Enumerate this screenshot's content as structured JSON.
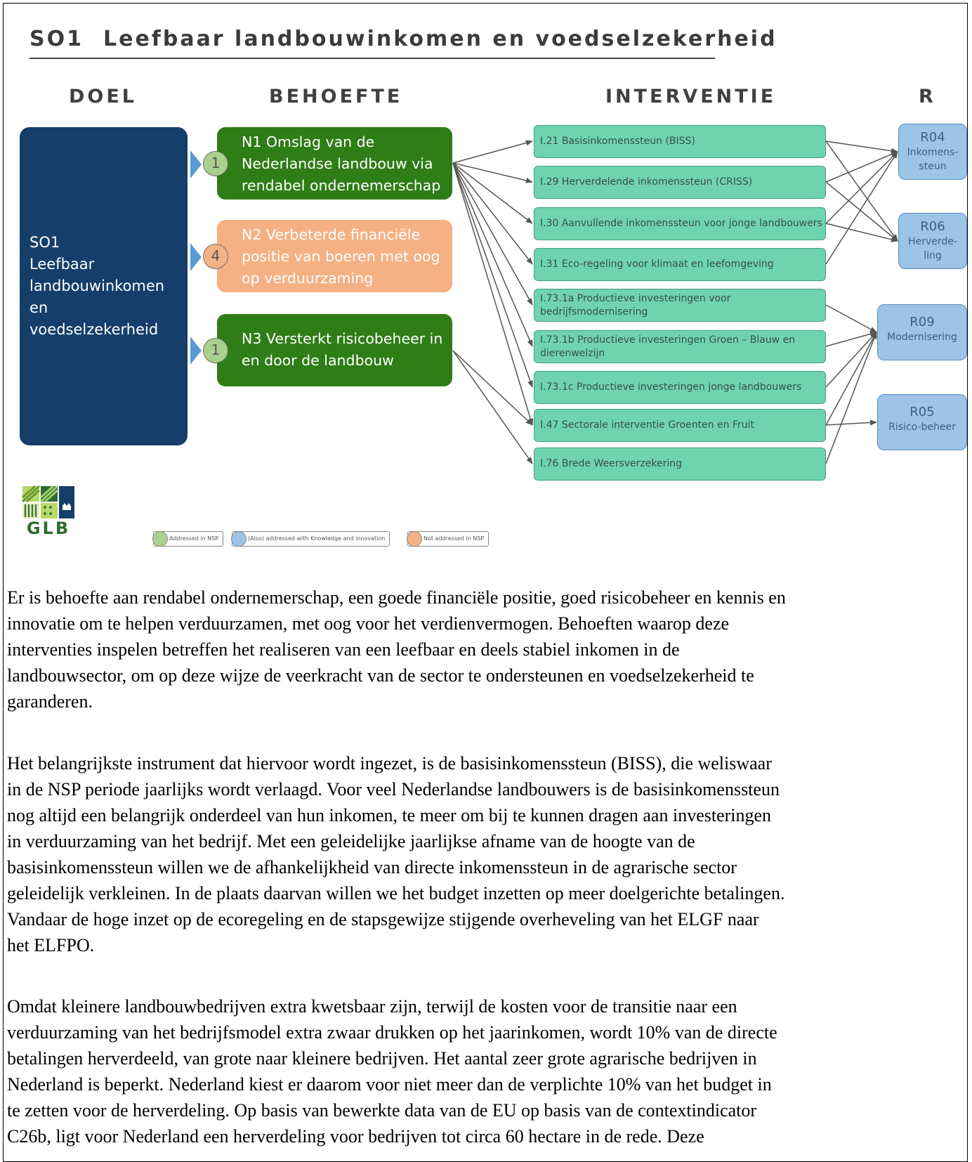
{
  "figure": {
    "code": "SO1",
    "title": "Leefbaar landbouwinkomen en voedselzekerheid",
    "columns": {
      "doel": "DOEL",
      "behoefte": "BEHOEFTE",
      "interventie": "INTERVENTIE",
      "r": "R"
    },
    "doel": {
      "lines": [
        "SO1",
        "Leefbaar",
        "landbouwinkomen",
        "en",
        "voedselzekerheid"
      ]
    },
    "needs": [
      {
        "lines": [
          "N1 Omslag van de",
          "Nederlandse landbouw via",
          "rendabel ondernemerschap"
        ],
        "badge": "1",
        "status": "addressed",
        "color": "#2e7d16"
      },
      {
        "lines": [
          "N2 Verbeterde financiële",
          "positie van boeren met oog",
          "op verduurzaming"
        ],
        "badge": "4",
        "status": "not-addressed",
        "color": "#f4b183"
      },
      {
        "lines": [
          "N3 Versterkt risicobeheer in",
          "en door de landbouw"
        ],
        "badge": "1",
        "status": "addressed",
        "color": "#2e7d16"
      }
    ],
    "interventions": [
      {
        "lines": [
          "I.21 Basisinkomenssteun (BISS)"
        ]
      },
      {
        "lines": [
          "I.29 Herverdelende inkomenssteun (CRISS)"
        ]
      },
      {
        "lines": [
          "I.30 Aanvullende inkomenssteun voor jonge landbouwers"
        ]
      },
      {
        "lines": [
          "I.31 Eco-regeling voor klimaat en leefomgeving"
        ]
      },
      {
        "lines": [
          "I.73.1a Productieve investeringen voor",
          "bedrijfsmodernisering"
        ]
      },
      {
        "lines": [
          "I.73.1b Productieve investeringen Groen – Blauw en",
          "dierenwelzijn"
        ]
      },
      {
        "lines": [
          "I.73.1c Productieve investeringen jonge landbouwers"
        ]
      },
      {
        "lines": [
          "I.47 Sectorale interventie Groenten en Fruit"
        ]
      },
      {
        "lines": [
          "I.76 Brede Weersverzekering"
        ]
      }
    ],
    "results": [
      {
        "code": "R04",
        "lines": [
          "Inkomens-",
          "steun"
        ]
      },
      {
        "code": "R06",
        "lines": [
          "Herverde-",
          "ling"
        ]
      },
      {
        "code": "R09",
        "lines": [
          "Modernisering"
        ]
      },
      {
        "code": "R05",
        "lines": [
          "Risico-beheer"
        ]
      }
    ],
    "links_need_to_intervention": [
      [
        0,
        0
      ],
      [
        0,
        1
      ],
      [
        0,
        2
      ],
      [
        0,
        3
      ],
      [
        0,
        4
      ],
      [
        0,
        5
      ],
      [
        0,
        6
      ],
      [
        0,
        7
      ],
      [
        2,
        7
      ],
      [
        2,
        8
      ]
    ],
    "links_intervention_to_result": [
      [
        0,
        0
      ],
      [
        0,
        1
      ],
      [
        1,
        0
      ],
      [
        1,
        1
      ],
      [
        2,
        0
      ],
      [
        2,
        1
      ],
      [
        3,
        0
      ],
      [
        4,
        2
      ],
      [
        5,
        2
      ],
      [
        6,
        2
      ],
      [
        7,
        2
      ],
      [
        7,
        3
      ],
      [
        8,
        2
      ]
    ],
    "logo_text": "GLB",
    "legend": [
      {
        "label": "Addressed in NSP",
        "color": "#a9d18e"
      },
      {
        "label": "(Also) addressed with Knowledge and innovation",
        "color": "#9dc3e6"
      },
      {
        "label": "Not addressed in NSP",
        "color": "#f4b183"
      }
    ]
  },
  "text": {
    "p1": [
      "Er is behoefte aan rendabel ondernemerschap, een goede financiële positie, goed risicobeheer en kennis en",
      "innovatie om te helpen verduurzamen, met oog voor het verdienvermogen. Behoeften waarop deze",
      "interventies inspelen betreffen het realiseren van een leefbaar en deels stabiel inkomen in de",
      "landbouwsector, om op deze wijze de veerkracht van de sector te ondersteunen en voedselzekerheid te",
      "garanderen."
    ],
    "p2": [
      "Het belangrijkste instrument dat hiervoor wordt ingezet, is de basisinkomenssteun (BISS), die weliswaar",
      "in de NSP periode jaarlijks wordt verlaagd. Voor veel Nederlandse landbouwers is de basisinkomenssteun",
      "nog altijd een belangrijk onderdeel van hun inkomen, te meer om bij te kunnen dragen aan investeringen",
      "in verduurzaming van het bedrijf. Met een geleidelijke jaarlijkse afname van de hoogte van de",
      "basisinkomenssteun willen we de afhankelijkheid van directe inkomenssteun in de agrarische sector",
      "geleidelijk verkleinen. In de plaats daarvan willen we het budget inzetten op meer doelgerichte betalingen.",
      "Vandaar de hoge inzet op de ecoregeling en de stapsgewijze stijgende overheveling van het ELGF naar",
      "het ELFPO."
    ],
    "p3": [
      "Omdat kleinere landbouwbedrijven extra kwetsbaar zijn, terwijl de kosten voor de transitie naar een",
      "verduurzaming van het bedrijfsmodel extra zwaar drukken op het jaarinkomen, wordt 10% van de directe",
      "betalingen herverdeeld, van grote naar kleinere bedrijven. Het aantal zeer grote agrarische bedrijven in",
      "Nederland is beperkt. Nederland kiest er daarom voor niet meer dan de verplichte 10% van het budget in",
      "te zetten voor de herverdeling. Op basis van bewerkte data van de EU op basis van de contextindicator",
      "C26b, ligt voor Nederland een herverdeling voor bedrijven tot circa 60 hectare in de rede. Deze"
    ]
  }
}
